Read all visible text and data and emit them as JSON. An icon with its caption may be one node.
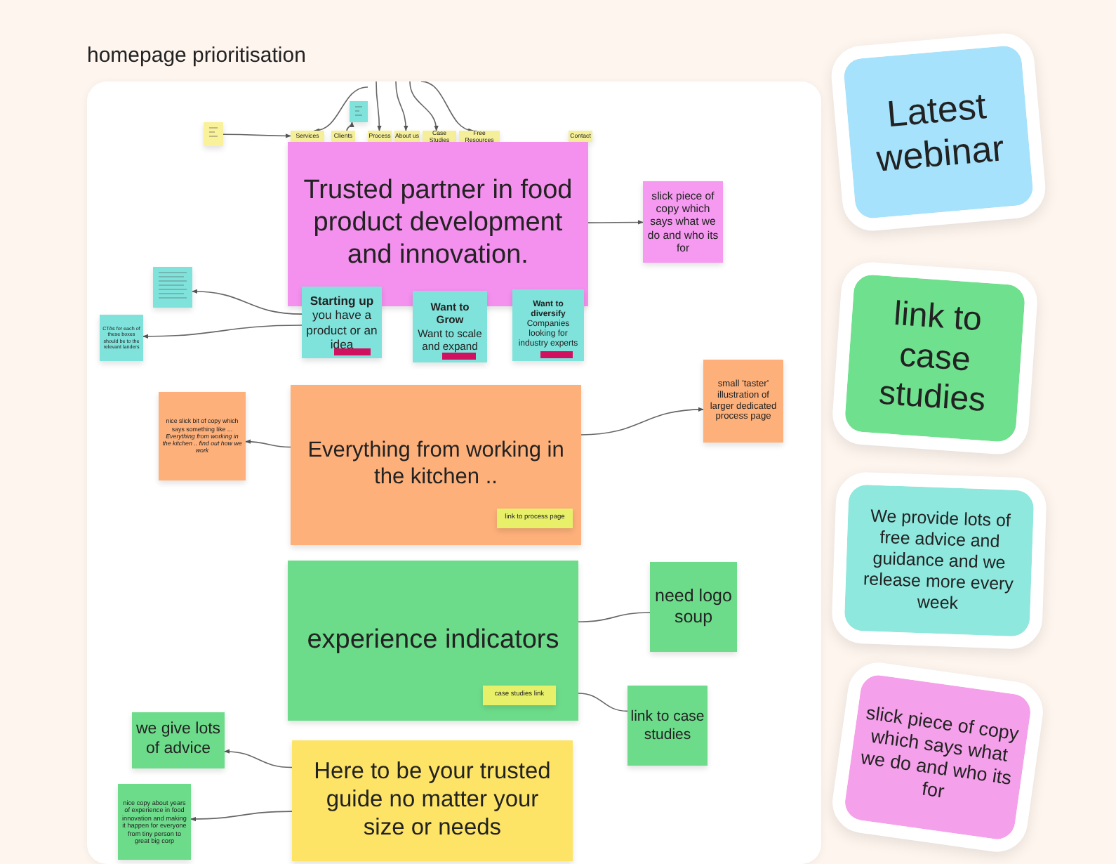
{
  "diagram": {
    "nodes": [
      {
        "text": [
          "homepage prioritisation"
        ]
      },
      {
        "text": [],
        "shape": "box",
        "in": 0
      },
      {
        "text": [],
        "shape": "box",
        "in": 0
      },
      {
        "text": [
          "Services"
        ],
        "in": 0
      },
      {
        "text": [
          "Clients"
        ],
        "in": 0
      },
      {
        "text": [
          "Process"
        ],
        "in": 0
      },
      {
        "text": [
          "About us"
        ],
        "in": 0
      },
      {
        "text": [
          "Case Studies"
        ],
        "in": 0
      },
      {
        "text": [
          "Free Resources"
        ],
        "in": 0
      },
      {
        "text": [
          "Contact"
        ],
        "in": 0
      },
      {
        "text": [
          "Trusted partner in food product development and innovation."
        ],
        "in": 0
      },
      {
        "text": [
          "slick piece of copy which says what we do and who its for"
        ],
        "in": 0
      },
      {
        "text": [],
        "shape": "box",
        "in": 0
      },
      {
        "text": [
          "Starting up",
          "you have a product or an idea"
        ],
        "in": 0
      },
      {
        "text": [
          "Want to Grow",
          "Want to scale and expand"
        ],
        "in": 0
      },
      {
        "text": [
          "Want to diversify",
          "Companies looking for industry experts"
        ],
        "in": 0
      },
      {
        "text": [
          "CTAs for each of these boxes should be to the relevant landers"
        ],
        "in": 0
      },
      {
        "text": [
          "nice slick bit of copy which says something like ... *Everything from working in the kitchen .. find out how we work*"
        ],
        "in": 0
      },
      {
        "text": [
          "Everything from working in the kitchen .."
        ],
        "in": 0
      },
      {
        "text": [
          "link to process page"
        ],
        "in": 18
      },
      {
        "text": [
          "small 'taster' illustration of larger dedicated process page"
        ],
        "in": 0
      },
      {
        "text": [
          "experience indicators"
        ],
        "in": 0
      },
      {
        "text": [
          "case studies link"
        ],
        "in": 21
      },
      {
        "text": [
          "need logo soup"
        ],
        "in": 0
      },
      {
        "text": [
          "we give lots of advice"
        ],
        "in": 0
      },
      {
        "text": [
          "link to case studies"
        ],
        "in": 0
      },
      {
        "text": [
          "nice copy about years of experience in food innovation and making it happen for everyone from tiny person to great big corp"
        ],
        "in": 0
      },
      {
        "text": [
          "Here to be your trusted guide no matter your size or needs"
        ],
        "in": 0
      },
      {
        "text": [
          "Latest webinar"
        ]
      },
      {
        "text": [
          "link to case studies"
        ]
      },
      {
        "text": [
          "We provide lots of free advice and guidance and we release more every week"
        ]
      },
      {
        "text": [
          "slick piece of copy which says what we do and who its for"
        ]
      }
    ],
    "edges": [
      {
        "from": 1,
        "to": 3,
        "arrow": "to"
      },
      {
        "from": null,
        "to": 3,
        "arrow": "to"
      },
      {
        "from": null,
        "to": 5,
        "arrow": "to"
      },
      {
        "from": null,
        "to": 6,
        "arrow": "to"
      },
      {
        "from": null,
        "to": 7,
        "arrow": "to"
      },
      {
        "from": null,
        "to": 8,
        "arrow": "to"
      },
      {
        "from": 4,
        "to": 2,
        "arrow": "to"
      },
      {
        "from": 10,
        "to": 11,
        "arrow": "to"
      },
      {
        "from": 13,
        "to": 12,
        "arrow": "to"
      },
      {
        "from": 13,
        "to": 16,
        "arrow": "to"
      },
      {
        "from": 18,
        "to": 17,
        "arrow": "to"
      },
      {
        "from": 18,
        "to": 20,
        "arrow": "to"
      },
      {
        "from": 21,
        "to": 23,
        "arrow": "none"
      },
      {
        "from": 21,
        "to": 25,
        "arrow": "none"
      },
      {
        "from": 27,
        "to": 24,
        "arrow": "to"
      },
      {
        "from": 27,
        "to": 26,
        "arrow": "to"
      }
    ]
  }
}
